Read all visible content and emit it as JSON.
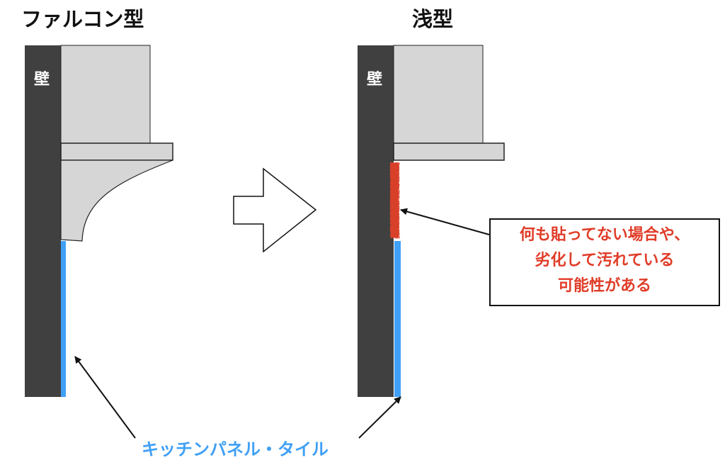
{
  "titles": {
    "left": "ファルコン型",
    "right": "浅型"
  },
  "wall_label": "壁",
  "callout": {
    "lines": [
      "何も貼ってない場合や、",
      "劣化して汚れている",
      "可能性がある"
    ]
  },
  "bottom_label": "キッチンパネル・タイル",
  "colors": {
    "wall": "#404040",
    "hood": "#d6d6d6",
    "tile": "#3fa0f5",
    "stain": "#d9402a",
    "callout_text": "#e03c28"
  }
}
